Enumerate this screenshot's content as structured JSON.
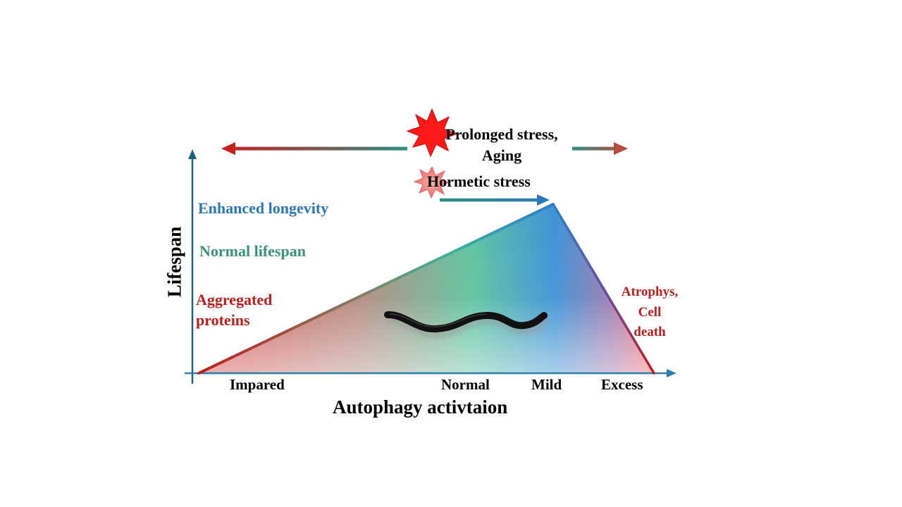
{
  "y_axis_label": "Lifespan",
  "x_axis_label": "Autophagy activtaion",
  "x_ticks": [
    {
      "label": "Impared"
    },
    {
      "label": "Normal"
    },
    {
      "label": "Mild"
    },
    {
      "label": "Excess"
    }
  ],
  "outcome_labels": {
    "enhanced_longevity": "Enhanced longevity",
    "normal_lifespan": "Normal lifespan",
    "aggregated_proteins": "Aggregated proteins",
    "atrophy_death": "Atrophys, Cell death"
  },
  "stress_labels": {
    "prolonged": "Prolonged stress, Aging",
    "hormetic": "Hormetic stress"
  },
  "colors": {
    "axis": "#1f5f7f",
    "red": "#c01c1c",
    "teal": "#3a9478",
    "blue": "#2a77bb",
    "purple": "#6a4a9a",
    "worm": "#111111",
    "burst_red": "#ff1a1a",
    "burst_pink": "#f08080"
  },
  "icons": {
    "burst_large": "red-starburst-icon",
    "burst_small": "pink-starburst-icon",
    "worm": "nematode-worm-icon"
  }
}
